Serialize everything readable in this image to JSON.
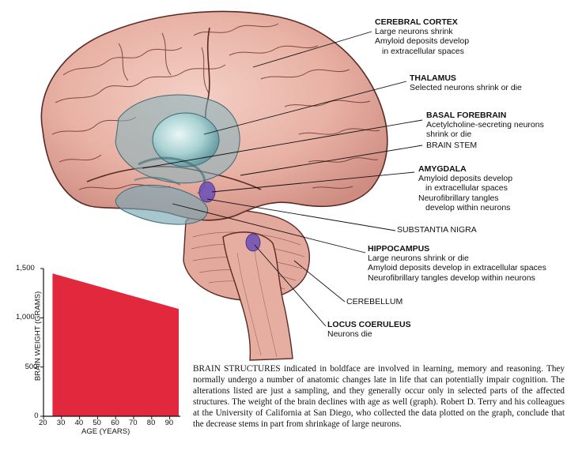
{
  "labels": {
    "cerebral_cortex": {
      "title": "CEREBRAL CORTEX",
      "lines": [
        "Large neurons shrink",
        "Amyloid deposits develop",
        "in extracellular spaces"
      ]
    },
    "thalamus": {
      "title": "THALAMUS",
      "lines": [
        "Selected neurons shrink or die"
      ]
    },
    "basal_forebrain": {
      "title": "BASAL FOREBRAIN",
      "lines": [
        "Acetylcholine-secreting neurons",
        "shrink or die"
      ]
    },
    "brain_stem": {
      "title": "BRAIN STEM"
    },
    "amygdala": {
      "title": "AMYGDALA",
      "lines": [
        "Amyloid deposits develop",
        "in extracellular spaces",
        "Neurofibrillary tangles",
        "develop within neurons"
      ]
    },
    "substantia_nigra": {
      "title": "SUBSTANTIA NIGRA"
    },
    "hippocampus": {
      "title": "HIPPOCAMPUS",
      "lines": [
        "Large neurons shrink or die",
        "Amyloid deposits develop in extracellular spaces",
        "Neurofibrillary tangles develop within neurons"
      ]
    },
    "cerebellum": {
      "title": "CEREBELLUM"
    },
    "locus_coeruleus": {
      "title": "LOCUS COERULEUS",
      "lines": [
        "Neurons die"
      ]
    }
  },
  "caption": "BRAIN STRUCTURES indicated in boldface are involved in learning, memory and reasoning. They normally undergo a number of anatomic changes late in life that can potentially impair cognition. The alterations listed are just a sampling, and they generally occur only in selected parts of the affected structures. The weight of the brain declines with age as well (graph). Robert D. Terry and his colleagues at the University of California at San Diego, who collected the data plotted on the graph, conclude that the decrease stems in part from shrinkage of large neurons.",
  "chart_data": {
    "type": "area",
    "x": [
      25,
      95
    ],
    "y": [
      1450,
      1090
    ],
    "xlabel": "AGE (YEARS)",
    "ylabel": "BRAIN WEIGHT (GRAMS)",
    "xlim": [
      20,
      95
    ],
    "ylim": [
      0,
      1500
    ],
    "x_ticks": [
      "20",
      "30",
      "40",
      "50",
      "60",
      "70",
      "80",
      "90"
    ],
    "y_ticks": [
      "0",
      "500",
      "1,000",
      "1,500"
    ],
    "fill_color": "#e2283d",
    "grid": false
  }
}
